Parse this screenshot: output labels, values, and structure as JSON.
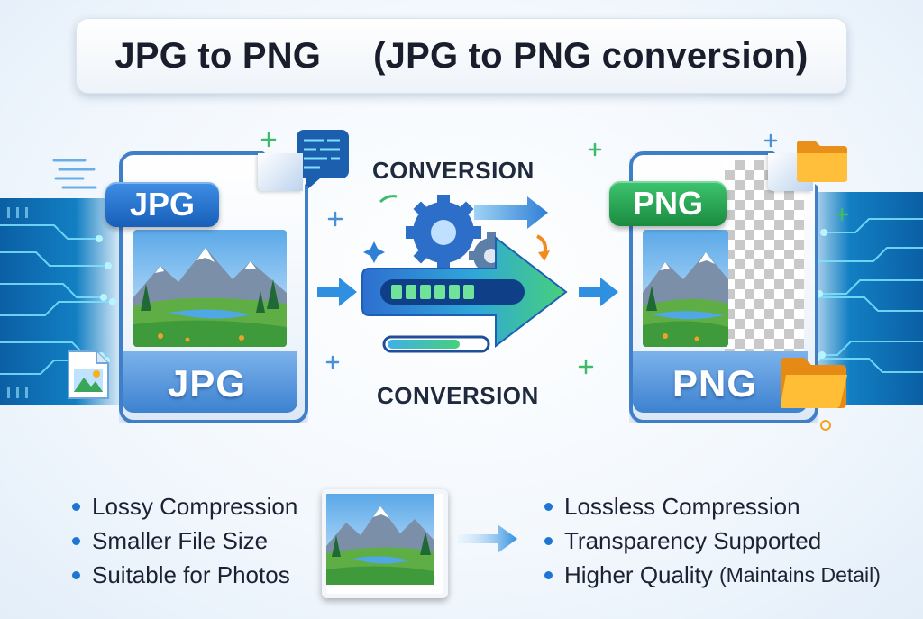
{
  "title": {
    "left": "JPG to PNG",
    "right": "(JPG to PNG conversion)"
  },
  "source_file": {
    "tag": "JPG",
    "label": "JPG",
    "accent": "#1d6cc9"
  },
  "target_file": {
    "tag": "PNG",
    "label": "PNG",
    "accent": "#23a550"
  },
  "conversion": {
    "top_label": "CONVERSION",
    "bottom_label": "CONVERSION"
  },
  "jpg_features": [
    {
      "text": "Lossy Compression"
    },
    {
      "text": "Smaller File Size"
    },
    {
      "text": "Suitable for Photos"
    }
  ],
  "png_features": [
    {
      "text": "Lossless Compression"
    },
    {
      "text": "Transparency Supported"
    },
    {
      "text": "Higher Quality",
      "note": "(Maintains Detail)"
    }
  ],
  "icons": [
    "chat-code-icon",
    "image-file-icon",
    "folder-icon",
    "gear-icon",
    "arrow-right-icon",
    "progress-bar-icon",
    "plus-sparkle-icon"
  ],
  "colors": {
    "blue": "#1d77d2",
    "green": "#23a550",
    "orange": "#f6a11c",
    "text": "#1c2233"
  }
}
